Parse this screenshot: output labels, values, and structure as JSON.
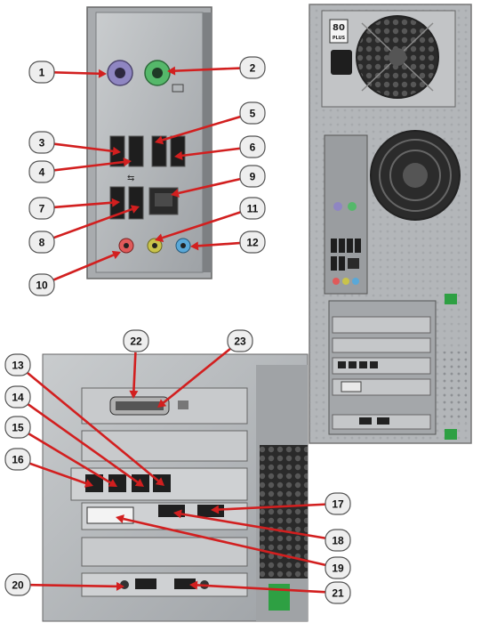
{
  "psu_badge": {
    "number": "80",
    "word": "PLUS"
  },
  "colors": {
    "leader": "#d21f1f",
    "bubble_fill": "#eeeeee",
    "chassis_metal": "#b3b6b9",
    "mouse_port": "#8f86c2",
    "keyboard_port": "#55b86a",
    "audio_mic": "#e05a5a",
    "audio_line_out": "#c9c34a",
    "audio_line_in": "#59a8d8",
    "latch_green": "#2ea043"
  },
  "callouts": [
    {
      "id": "1",
      "text": "1"
    },
    {
      "id": "2",
      "text": "2"
    },
    {
      "id": "3",
      "text": "3"
    },
    {
      "id": "4",
      "text": "4"
    },
    {
      "id": "5",
      "text": "5"
    },
    {
      "id": "6",
      "text": "6"
    },
    {
      "id": "7",
      "text": "7"
    },
    {
      "id": "8",
      "text": "8"
    },
    {
      "id": "9",
      "text": "9"
    },
    {
      "id": "10",
      "text": "10"
    },
    {
      "id": "11",
      "text": "11"
    },
    {
      "id": "12",
      "text": "12"
    },
    {
      "id": "13",
      "text": "13"
    },
    {
      "id": "14",
      "text": "14"
    },
    {
      "id": "15",
      "text": "15"
    },
    {
      "id": "16",
      "text": "16"
    },
    {
      "id": "17",
      "text": "17"
    },
    {
      "id": "18",
      "text": "18"
    },
    {
      "id": "19",
      "text": "19"
    },
    {
      "id": "20",
      "text": "20"
    },
    {
      "id": "21",
      "text": "21"
    },
    {
      "id": "22",
      "text": "22"
    },
    {
      "id": "23",
      "text": "23"
    }
  ]
}
